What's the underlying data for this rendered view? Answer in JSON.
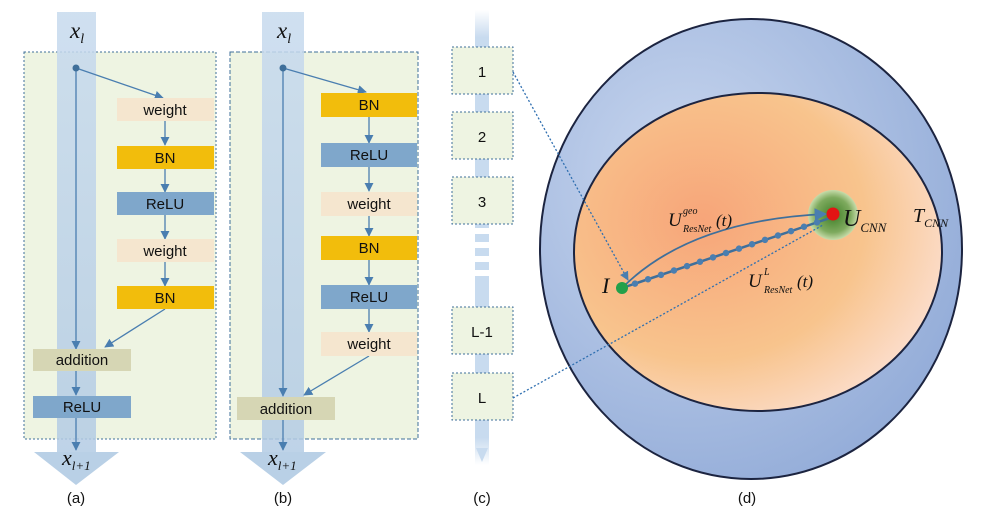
{
  "panel_a": {
    "input_label": "x",
    "input_sub": "l",
    "output_label": "x",
    "output_sub": "l+1",
    "blocks": [
      "weight",
      "BN",
      "ReLU",
      "weight",
      "BN"
    ],
    "addition_label": "addition",
    "post_relu_label": "ReLU",
    "caption": "(a)"
  },
  "panel_b": {
    "input_label": "x",
    "input_sub": "l",
    "output_label": "x",
    "output_sub": "l+1",
    "blocks": [
      "BN",
      "ReLU",
      "weight",
      "BN",
      "ReLU",
      "weight"
    ],
    "addition_label": "addition",
    "caption": "(b)"
  },
  "panel_c": {
    "layers": [
      "1",
      "2",
      "3",
      "L-1",
      "L"
    ],
    "caption": "(c)"
  },
  "panel_d": {
    "start_label": "I",
    "end_label": "U",
    "end_sub": "CNN",
    "outer_label": "T",
    "outer_sub": "CNN",
    "geo_label": "U",
    "geo_sup": "geo",
    "geo_sub": "ResNet",
    "geo_arg": "(t)",
    "layer_label": "U",
    "layer_sup": "L",
    "layer_sub": "ResNet",
    "layer_arg": "(t)",
    "caption": "(d)"
  },
  "colors": {
    "weight": "#f5e6cf",
    "bn": "#f2bd0c",
    "relu": "#7fa7cb",
    "addition": "#d6d6b4",
    "panel_bg": "#eef4e2",
    "stream": "#b9d0e6",
    "arrow": "#4a7eb0",
    "outer_circle": "#9fb7de",
    "inner_circle": "#f5b07e",
    "start_dot": "#23a04a",
    "end_dot": "#e31414"
  }
}
